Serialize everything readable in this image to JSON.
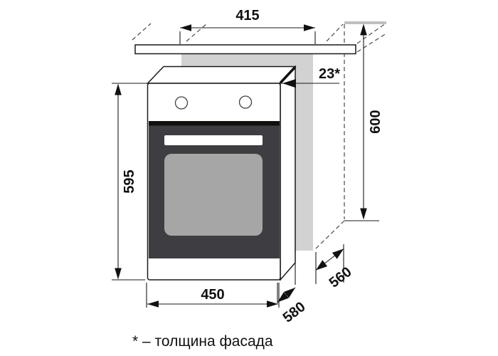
{
  "drawing": {
    "footnote": "* – толщина фасада",
    "dims": {
      "niche_width": "415",
      "facade_thickness": "23*",
      "cabinet_height": "600",
      "oven_height": "595",
      "oven_width": "450",
      "niche_depth": "560",
      "oven_depth": "580"
    },
    "colors": {
      "line": "#1a1a1a",
      "niche_gray": "#d2d2d2",
      "panel_top_gray": "#bfbfbf",
      "door_dark": "#3e3e42",
      "door_band": "#101010",
      "window_gray": "#a6a6a6",
      "white": "#ffffff"
    }
  }
}
